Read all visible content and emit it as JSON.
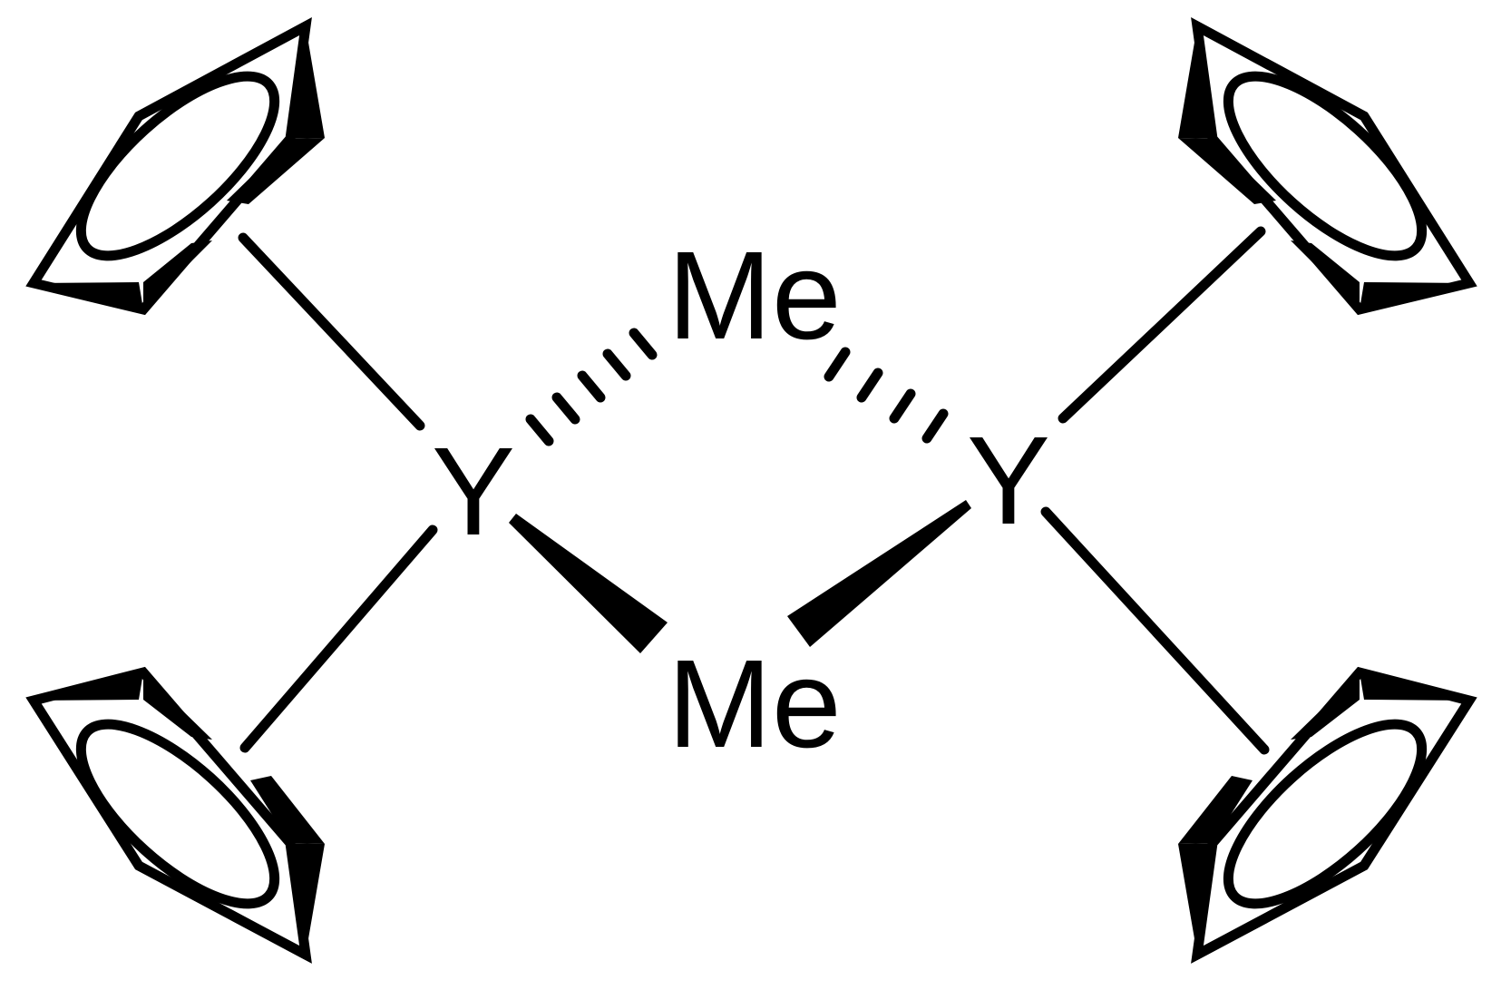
{
  "molecule": {
    "atoms": {
      "metal_left": "Y",
      "metal_right": "Y",
      "methyl_top": "Me",
      "methyl_bottom": "Me"
    },
    "ligands": [
      "cyclopentadienyl",
      "cyclopentadienyl",
      "cyclopentadienyl",
      "cyclopentadienyl"
    ],
    "bonds": {
      "bridge_top": "hashed",
      "bridge_bottom": "wedged"
    }
  }
}
